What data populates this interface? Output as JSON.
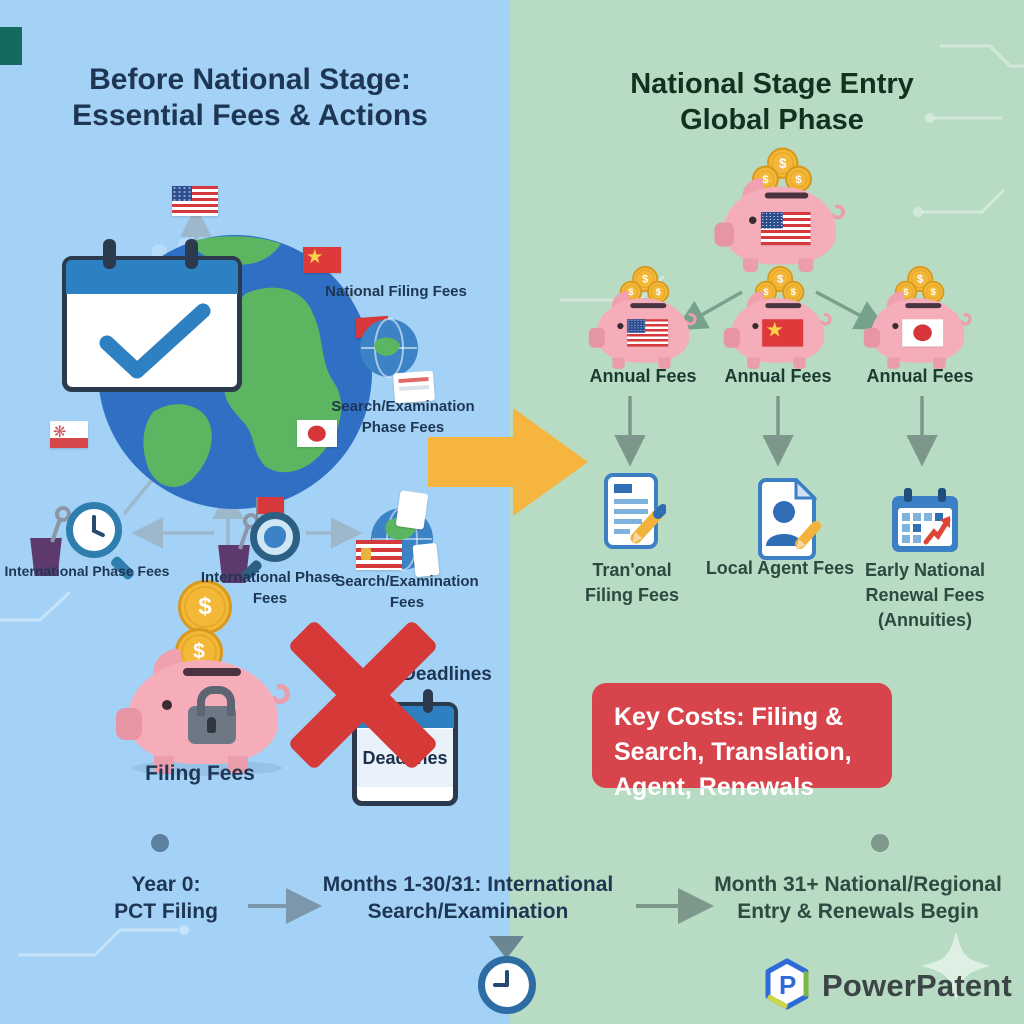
{
  "left": {
    "title1": "Before National Stage:",
    "title2": "Essential Fees & Actions",
    "national_filing": "National Filing Fees",
    "search_phase1": "Search/Examination",
    "search_phase2": "Phase Fees",
    "intl_a": "International Phase Fees",
    "intl_b1": "International Phase",
    "intl_b2": "Fees",
    "search_fees1": "Search/Examination",
    "search_fees2": "Fees",
    "filing_fees": "Filing Fees",
    "deadlines_side": "Deadlines",
    "deadlines_cal": "Deadlines"
  },
  "right": {
    "title1": "National Stage Entry",
    "title2": "Global Phase",
    "annual": [
      "Annual Fees",
      "Annual Fees",
      "Annual Fees"
    ],
    "caption_translation1": "Tran'onal",
    "caption_translation2": "Filing Fees",
    "caption_agent": "Local Agent Fees",
    "caption_early1": "Early National",
    "caption_early2": "Renewal Fees",
    "caption_early3": "(Annuities)",
    "key_costs1": "Key Costs: Filing &",
    "key_costs2": "Search, Translation,",
    "key_costs3": "Agent, Renewals"
  },
  "timeline": {
    "m1a": "Year 0:",
    "m1b": "PCT Filing",
    "m2a": "Months 1-30/31: International",
    "m2b": "Search/Examination",
    "m3a": "Month 31+ National/Regional",
    "m3b": "Entry & Renewals Begin"
  },
  "branding": {
    "name": "PowerPatent",
    "monogram": "P"
  },
  "icons": {
    "dollar": "$"
  },
  "colors": {
    "left_bg": "#a3d2f6",
    "right_bg": "#b7dcc3",
    "flow_arrow": "#f6b53e",
    "key_costs_red": "#d8444c",
    "x_red": "#d53a38",
    "piggy_pink": "#f4adb9",
    "coin_gold": "#f3b838",
    "icon_blue": "#3b7fc4",
    "title_navy": "#162a40",
    "title_green": "#14301f",
    "timeline_blue_gray": "#5d80a0",
    "timeline_green_gray": "#7e998c"
  }
}
